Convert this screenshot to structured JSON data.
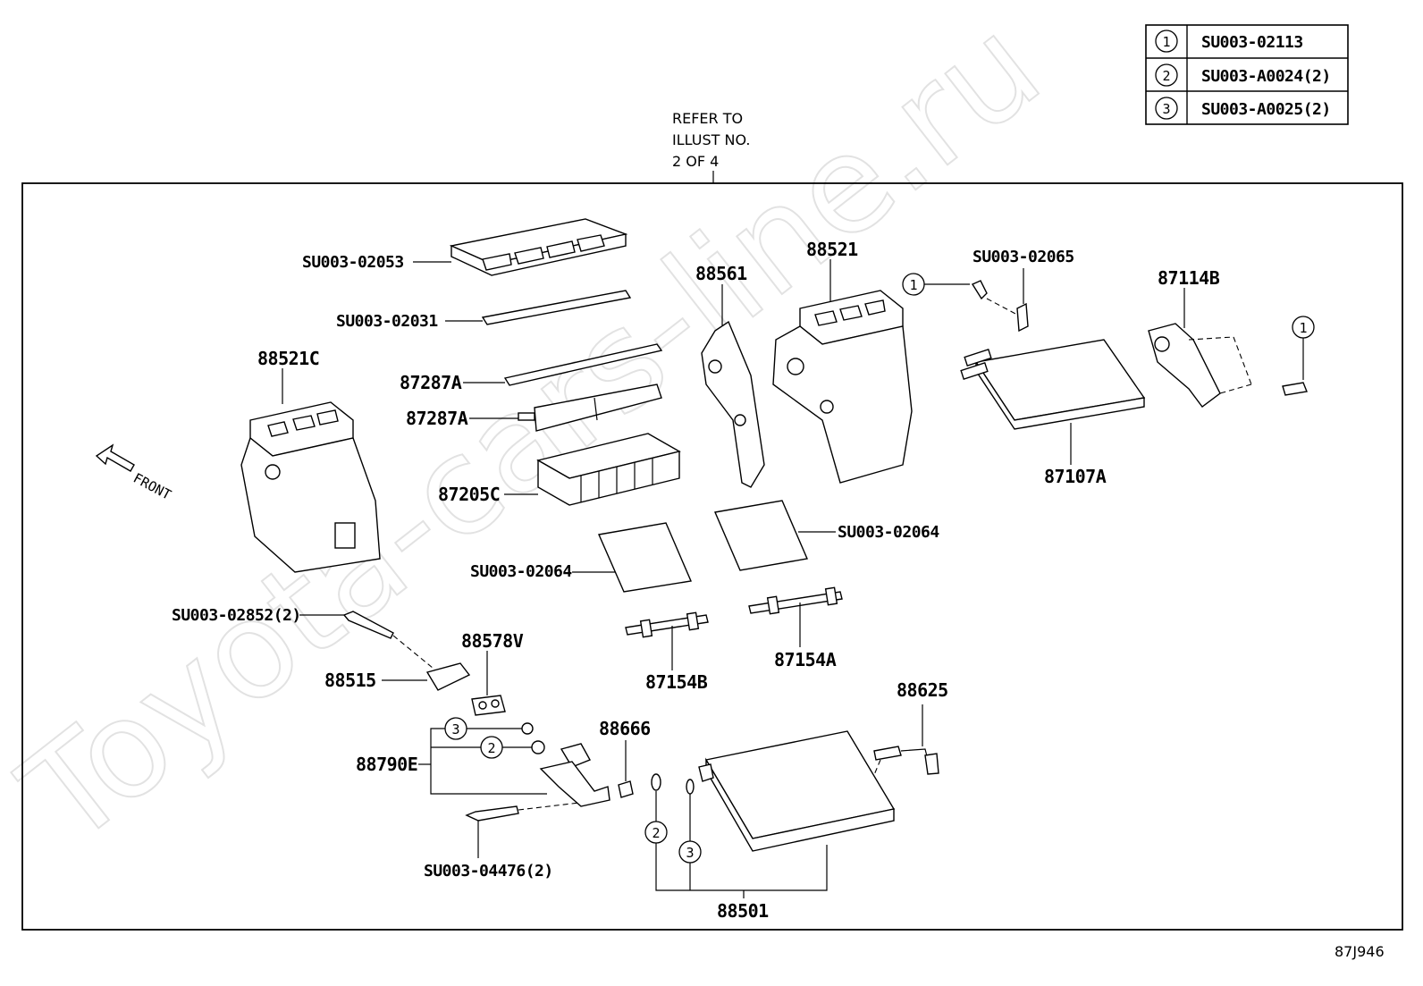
{
  "watermark": "Toyota-cars-line.ru",
  "legend": [
    {
      "num": "1",
      "code": "SU003-02113"
    },
    {
      "num": "2",
      "code": "SU003-A0024(2)"
    },
    {
      "num": "3",
      "code": "SU003-A0025(2)"
    }
  ],
  "refer_note": [
    "REFER TO",
    "ILLUST NO.",
    "2 OF 4"
  ],
  "front_label": "FRONT",
  "figure_id": "87J946",
  "parts": {
    "p1": "SU003-02053",
    "p2": "SU003-02031",
    "p3": "87287A",
    "p4": "87287A",
    "p5": "87205C",
    "p6": "SU003-02064",
    "p7": "SU003-02064",
    "p8": "88521C",
    "p9": "88561",
    "p10": "88521",
    "p11": "SU003-02065",
    "p12": "87114B",
    "p13": "87107A",
    "p14": "SU003-02852(2)",
    "p15": "88515",
    "p16": "88578V",
    "p17": "87154B",
    "p18": "87154A",
    "p19": "88625",
    "p20": "88666",
    "p21": "88790E",
    "p22": "SU003-04476(2)",
    "p23": "88501"
  },
  "callouts": {
    "c1": "1",
    "c2": "1",
    "c3": "3",
    "c4": "2",
    "c5": "2",
    "c6": "3"
  }
}
